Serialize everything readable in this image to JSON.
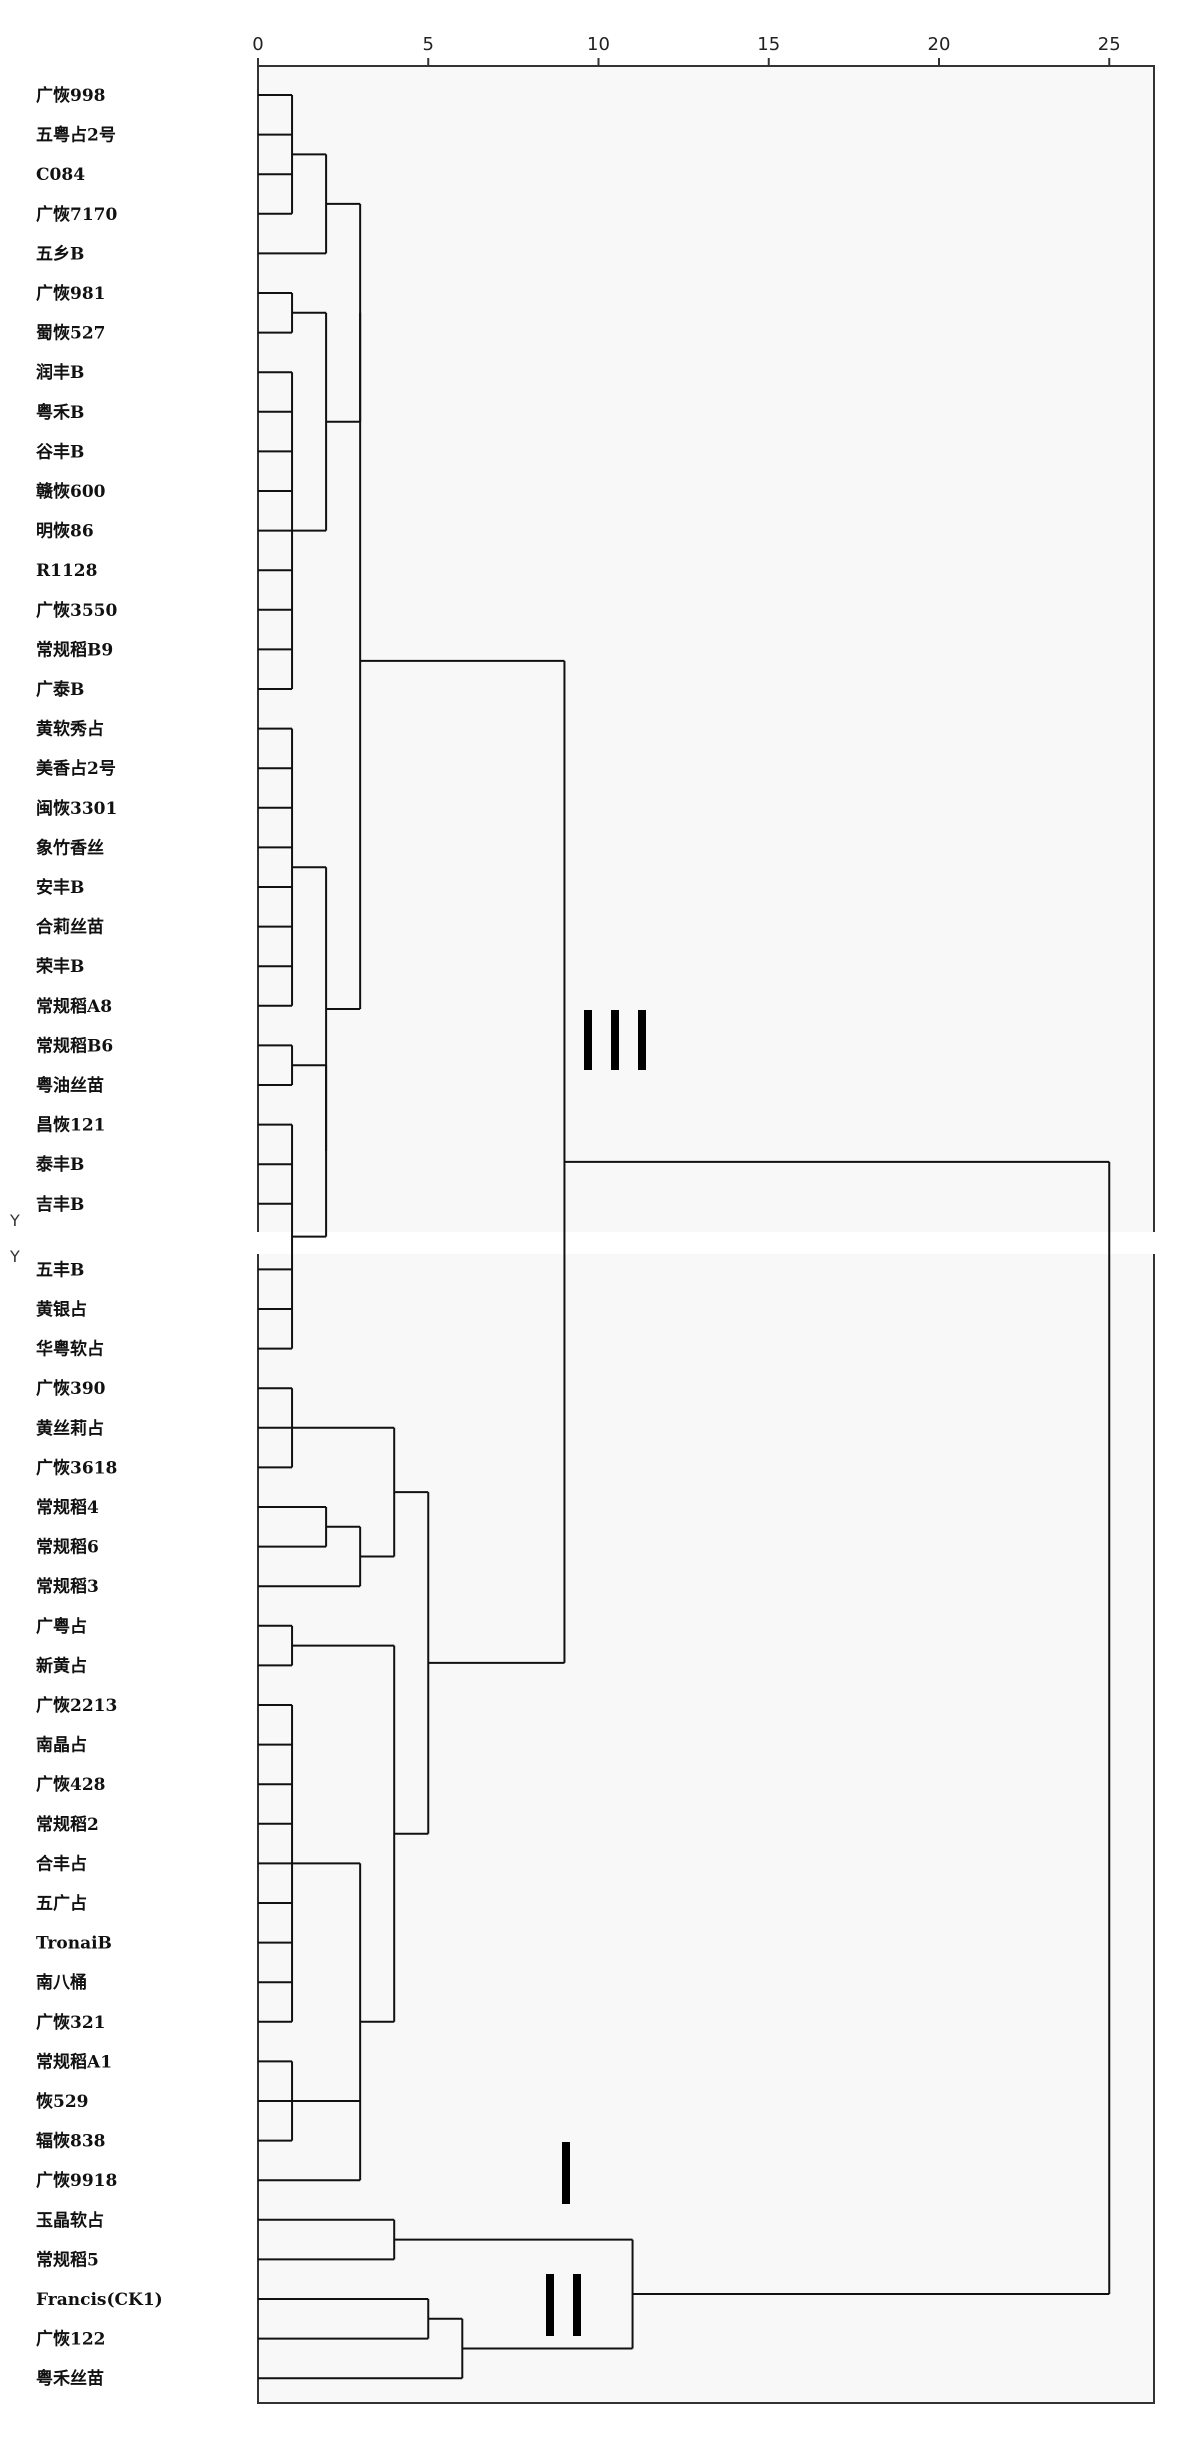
{
  "chart_data": {
    "type": "dendrogram",
    "axis_ticks": [
      0,
      5,
      10,
      15,
      20,
      25
    ],
    "xlim": [
      0,
      26.3
    ],
    "ylabel": "Y",
    "leaves": [
      "广恢998",
      "五粤占2号",
      "C084",
      "广恢7170",
      "五乡B",
      "广恢981",
      "蜀恢527",
      "润丰B",
      "粤禾B",
      "谷丰B",
      "赣恢600",
      "明恢86",
      "R1128",
      "广恢3550",
      "常规稻B9",
      "广泰B",
      "黄软秀占",
      "美香占2号",
      "闽恢3301",
      "象竹香丝",
      "安丰B",
      "合莉丝苗",
      "荣丰B",
      "常规稻A8",
      "常规稻B6",
      "粤油丝苗",
      "昌恢121",
      "泰丰B",
      "吉丰B",
      "五丰B",
      "黄银占",
      "华粤软占",
      "广恢390",
      "黄丝莉占",
      "广恢3618",
      "常规稻4",
      "常规稻6",
      "常规稻3",
      "广粤占",
      "新黄占",
      "广恢2213",
      "南晶占",
      "广恢428",
      "常规稻2",
      "合丰占",
      "五广占",
      "TronaiB",
      "南八桶",
      "广恢321",
      "常规稻A1",
      "恢529",
      "辐恢838",
      "广恢9918",
      "玉晶软占",
      "常规稻5",
      "Francis(CK1)",
      "广恢122",
      "粤禾丝苗"
    ],
    "merges": [
      {
        "distance": 1,
        "members": [
          "广恢998",
          "五粤占2号",
          "C084",
          "广恢7170"
        ]
      },
      {
        "distance": 2,
        "members": [
          "广恢998..广恢7170",
          "五乡B"
        ]
      },
      {
        "distance": 1,
        "members": [
          "广恢981",
          "蜀恢527"
        ]
      },
      {
        "distance": 1,
        "members": [
          "润丰B",
          "粤禾B",
          "谷丰B",
          "赣恢600",
          "明恢86",
          "R1128",
          "广恢3550",
          "常规稻B9",
          "广泰B"
        ]
      },
      {
        "distance": 2,
        "members": [
          "广恢981..蜀恢527",
          "润丰B..广泰B"
        ]
      },
      {
        "distance": 3,
        "members": [
          "广恢998..五乡B",
          "广恢981..广泰B"
        ]
      },
      {
        "distance": 1,
        "members": [
          "黄软秀占",
          "美香占2号",
          "闽恢3301",
          "象竹香丝",
          "安丰B",
          "合莉丝苗",
          "荣丰B",
          "常规稻A8"
        ]
      },
      {
        "distance": 1,
        "members": [
          "常规稻B6",
          "粤油丝苗"
        ]
      },
      {
        "distance": 1,
        "members": [
          "昌恢121",
          "泰丰B",
          "吉丰B",
          "五丰B",
          "黄银占",
          "华粤软占"
        ]
      },
      {
        "distance": 2,
        "members": [
          "常规稻B6..粤油丝苗",
          "昌恢121..华粤软占"
        ]
      },
      {
        "distance": 2,
        "members": [
          "黄软秀占..常规稻A8",
          "常规稻B6..华粤软占"
        ]
      },
      {
        "distance": 3,
        "members": [
          "广恢998..广泰B",
          "黄软秀占..华粤软占"
        ]
      },
      {
        "distance": 1,
        "members": [
          "广恢390",
          "黄丝莉占",
          "广恢3618"
        ]
      },
      {
        "distance": 2,
        "members": [
          "常规稻4",
          "常规稻6"
        ]
      },
      {
        "distance": 3,
        "members": [
          "常规稻4..常规稻6",
          "常规稻3"
        ]
      },
      {
        "distance": 4,
        "members": [
          "广恢390..广恢3618",
          "常规稻4..常规稻3"
        ]
      },
      {
        "distance": 1,
        "members": [
          "广粤占",
          "新黄占"
        ]
      },
      {
        "distance": 1,
        "members": [
          "广恢2213",
          "南晶占",
          "广恢428",
          "常规稻2",
          "合丰占",
          "五广占",
          "TronaiB",
          "南八桶",
          "广恢321"
        ]
      },
      {
        "distance": 1,
        "members": [
          "常规稻A1",
          "恢529",
          "辐恢838"
        ]
      },
      {
        "distance": 3,
        "members": [
          "广恢2213..广恢321",
          "常规稻A1..辐恢838",
          "广恢9918"
        ]
      },
      {
        "distance": 4,
        "members": [
          "广粤占..新黄占",
          "广恢2213..广恢9918"
        ]
      },
      {
        "distance": 5,
        "members": [
          "广恢390..常规稻3",
          "广粤占..广恢9918"
        ]
      },
      {
        "distance": 9,
        "members": [
          "广恢998..华粤软占",
          "广恢390..广恢9918"
        ]
      },
      {
        "distance": 4,
        "members": [
          "玉晶软占",
          "常规稻5"
        ]
      },
      {
        "distance": 5,
        "members": [
          "Francis(CK1)",
          "广恢122"
        ]
      },
      {
        "distance": 6,
        "members": [
          "Francis(CK1)..广恢122",
          "粤禾丝苗"
        ]
      },
      {
        "distance": 11,
        "members": [
          "玉晶软占..常规稻5",
          "Francis(CK1)..粤禾丝苗"
        ]
      },
      {
        "distance": 25,
        "members": [
          "广恢998..广恢9918",
          "玉晶软占..粤禾丝苗"
        ]
      }
    ],
    "group_marks": [
      {
        "bars": 3,
        "near": "distance 10, upper cluster"
      },
      {
        "bars": 1,
        "near": "distance 9, lower cluster"
      },
      {
        "bars": 2,
        "near": "distance 9, bottom cluster"
      }
    ]
  }
}
